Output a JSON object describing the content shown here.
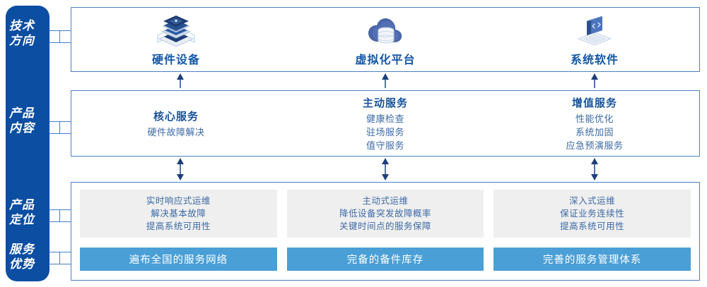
{
  "rail": {
    "color": "#0b4ea2",
    "labels": [
      {
        "name": "tech-direction",
        "line1": "技术",
        "line2": "方向"
      },
      {
        "name": "product-content",
        "line1": "产品",
        "line2": "内容"
      },
      {
        "name": "product-position",
        "line1": "产品",
        "line2": "定位"
      },
      {
        "name": "service-advantage",
        "line1": "服务",
        "line2": "优势"
      }
    ]
  },
  "tech": {
    "items": [
      {
        "icon": "server-stack-icon",
        "label": "硬件设备"
      },
      {
        "icon": "cloud-database-icon",
        "label": "虚拟化平台"
      },
      {
        "icon": "laptop-code-icon",
        "label": "系统软件"
      }
    ]
  },
  "content": {
    "columns": [
      {
        "title": "核心服务",
        "items": [
          "硬件故障解决"
        ]
      },
      {
        "title": "主动服务",
        "items": [
          "健康检查",
          "驻场服务",
          "值守服务"
        ]
      },
      {
        "title": "增值服务",
        "items": [
          "性能优化",
          "系统加固",
          "应急预演服务"
        ]
      }
    ]
  },
  "position": {
    "gray_cards": [
      {
        "lines": [
          "实时响应式运维",
          "解决基本故障",
          "提高系统可用性"
        ]
      },
      {
        "lines": [
          "主动式运维",
          "降低设备突发故障概率",
          "关键时间点的服务保障"
        ]
      },
      {
        "lines": [
          "深入式运维",
          "保证业务连续性",
          "提高系统可用性"
        ]
      }
    ],
    "blue_cards": [
      {
        "label": "遍布全国的服务网络"
      },
      {
        "label": "完备的备件库存"
      },
      {
        "label": "完善的服务管理体系"
      }
    ]
  },
  "arrows": {
    "tech_to_content": [
      {
        "name": "arrow-up-hardware",
        "type": "up"
      },
      {
        "name": "arrow-up-virtualization",
        "type": "up"
      },
      {
        "name": "arrow-up-software",
        "type": "up"
      }
    ],
    "content_to_position": [
      {
        "name": "arrow-updown-core",
        "type": "updown"
      },
      {
        "name": "arrow-updown-active",
        "type": "updown"
      },
      {
        "name": "arrow-updown-value",
        "type": "updown"
      }
    ]
  },
  "colors": {
    "rail_blue": "#0b4ea2",
    "panel_border": "#4a80c4",
    "title_blue": "#17539c",
    "body_blue": "#3d6aa5",
    "gray_card": "#efefef",
    "blue_card": "#4a9fd6"
  }
}
